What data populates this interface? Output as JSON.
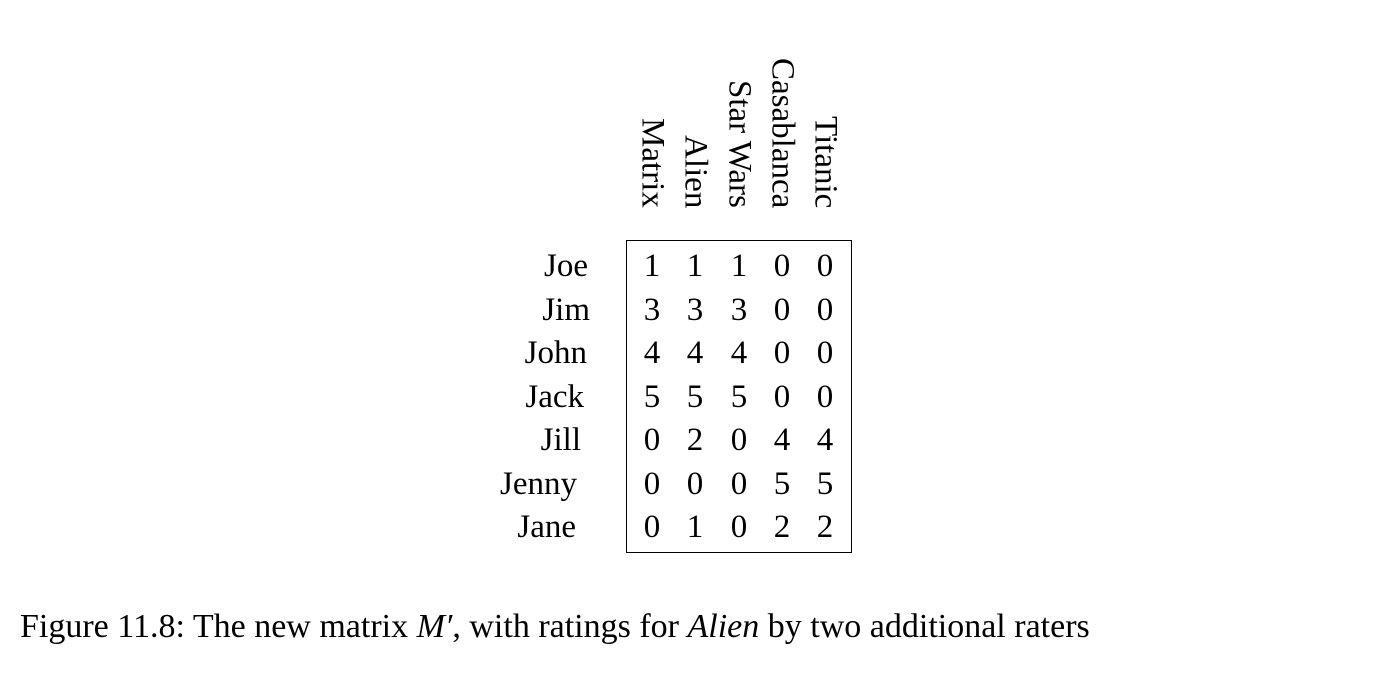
{
  "columns": [
    "Matrix",
    "Alien",
    "Star Wars",
    "Casablanca",
    "Titanic"
  ],
  "rows": [
    {
      "name": "Joe",
      "values": [
        "1",
        "1",
        "1",
        "0",
        "0"
      ]
    },
    {
      "name": "Jim",
      "values": [
        "3",
        "3",
        "3",
        "0",
        "0"
      ]
    },
    {
      "name": "John",
      "values": [
        "4",
        "4",
        "4",
        "0",
        "0"
      ]
    },
    {
      "name": "Jack",
      "values": [
        "5",
        "5",
        "5",
        "0",
        "0"
      ]
    },
    {
      "name": "Jill",
      "values": [
        "0",
        "2",
        "0",
        "4",
        "4"
      ]
    },
    {
      "name": "Jenny",
      "values": [
        "0",
        "0",
        "0",
        "5",
        "5"
      ]
    },
    {
      "name": "Jane",
      "values": [
        "0",
        "1",
        "0",
        "2",
        "2"
      ]
    }
  ],
  "caption": {
    "prefix": "Figure 11.8:  The new matrix ",
    "matrix_symbol": "M′",
    "middle": ", with ratings for ",
    "movie": "Alien",
    "suffix": " by two additional raters"
  }
}
